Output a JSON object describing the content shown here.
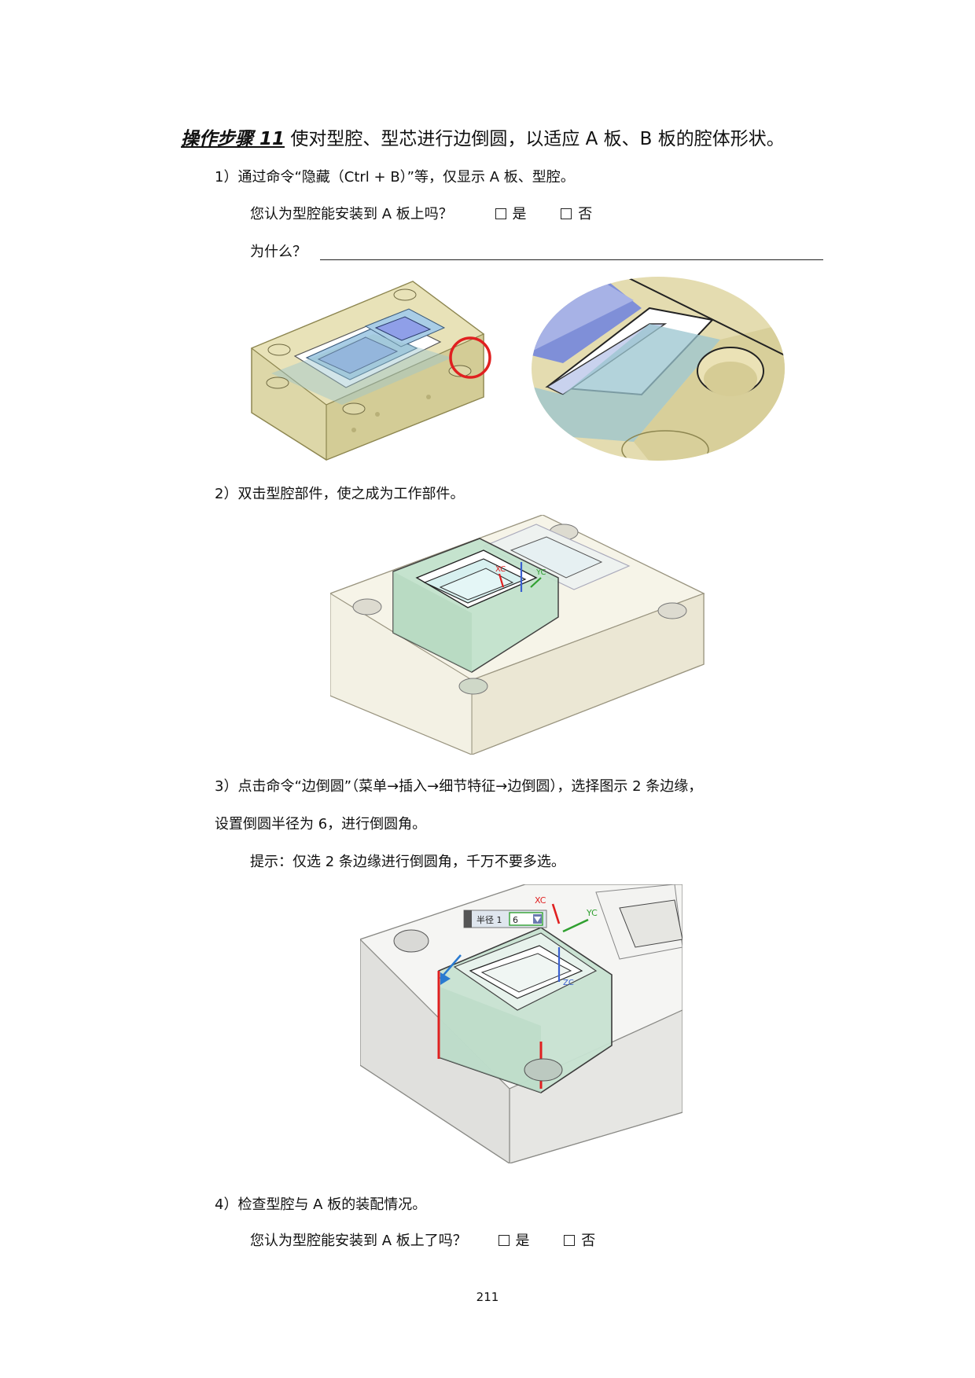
{
  "heading": {
    "step_label": "操作步骤 11",
    "text": "使对型腔、型芯进行边倒圆，以适应 A 板、B 板的腔体形状。"
  },
  "step1": {
    "text": "1）通过命令“隐藏（Ctrl + B）”等，仅显示 A 板、型腔。",
    "question": "您认为型腔能安装到 A 板上吗？",
    "option_yes": "是",
    "option_no": "否",
    "why_label": "为什么？"
  },
  "step2": {
    "text": "2）双击型腔部件，使之成为工作部件。",
    "axis_xc": "XC",
    "axis_yc": "YC"
  },
  "step3": {
    "text_line1": "3）点击命令“边倒圆”（菜单→插入→细节特征→边倒圆），选择图示 2 条边缘，",
    "text_line2": "设置倒圆半径为 6，进行倒圆角。",
    "hint": "提示：仅选 2 条边缘进行倒圆角，千万不要多选。",
    "radius_label": "半径 1",
    "radius_value": "6",
    "axis_xc": "XC",
    "axis_yc": "YC",
    "axis_zc": "ZC"
  },
  "step4": {
    "text": "4）检查型腔与 A 板的装配情况。",
    "question": "您认为型腔能安装到 A 板上了吗？",
    "option_yes": "是",
    "option_no": "否"
  },
  "page_number": "211",
  "colors": {
    "plate_tan": "#d9d3a4",
    "cavity_blue": "#9fc3e0",
    "cavity_green": "#bcdcc8",
    "plate_gray": "#ededea",
    "highlight_red": "#e02020"
  }
}
